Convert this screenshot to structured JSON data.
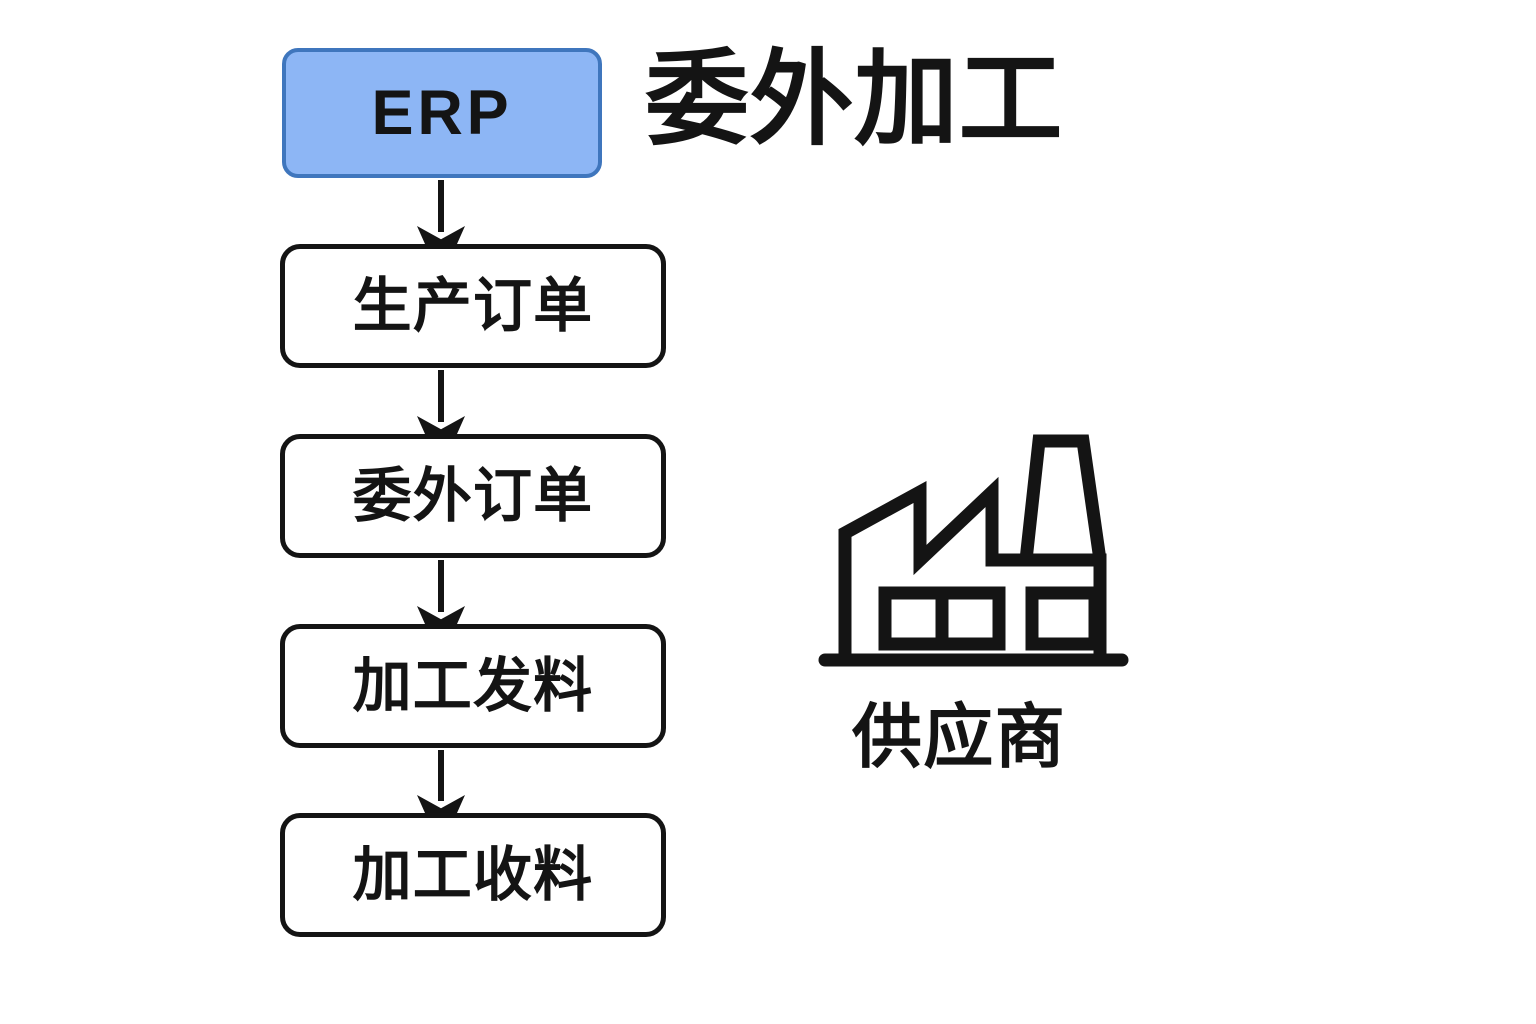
{
  "title": "委外加工",
  "colors": {
    "background": "#ffffff",
    "ink": "#141414",
    "erp_fill": "#8db6f5",
    "erp_border": "#3f76bd",
    "node_border": "#141414",
    "node_fill": "#ffffff"
  },
  "flow": {
    "nodes": [
      {
        "id": "erp",
        "label": "ERP",
        "type": "highlighted"
      },
      {
        "id": "prod",
        "label": "生产订单",
        "type": "step"
      },
      {
        "id": "outsrc",
        "label": "委外订单",
        "type": "step"
      },
      {
        "id": "issue",
        "label": "加工发料",
        "type": "step"
      },
      {
        "id": "receive",
        "label": "加工收料",
        "type": "step"
      }
    ],
    "connectors": [
      {
        "from": "erp",
        "to": "prod",
        "style": "arrow-down"
      },
      {
        "from": "prod",
        "to": "outsrc",
        "style": "arrow-down"
      },
      {
        "from": "outsrc",
        "to": "issue",
        "style": "arrow-down"
      },
      {
        "from": "issue",
        "to": "receive",
        "style": "arrow-down"
      }
    ]
  },
  "supplier": {
    "icon": "factory-icon",
    "label": "供应商"
  }
}
